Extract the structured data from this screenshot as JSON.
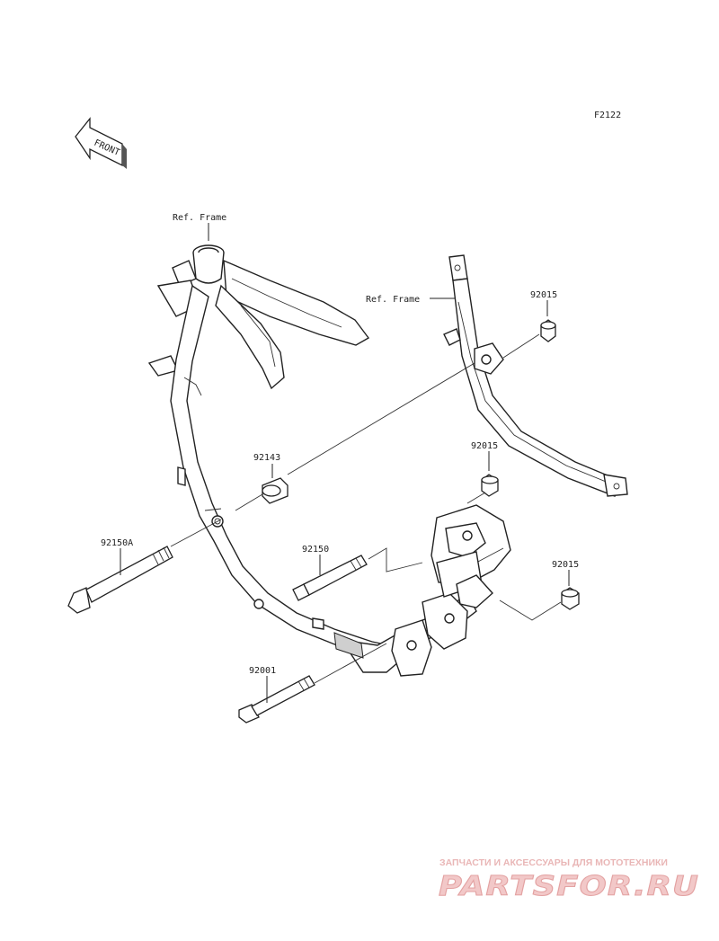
{
  "figure_code": "F2122",
  "front_arrow": {
    "label": "FRONT",
    "icon": "front-arrow-icon"
  },
  "ref_labels": {
    "left": "Ref. Frame",
    "right": "Ref. Frame"
  },
  "parts": {
    "nut_upper": "92015",
    "nut_middle": "92015",
    "nut_lower": "92015",
    "collar": "92143",
    "bolt_long": "92150A",
    "bolt_mid": "92150",
    "bolt_low": "92001"
  },
  "watermark": {
    "tagline": "ЗАПЧАСТИ И АКСЕССУАРЫ ДЛЯ МОТОТЕХНИКИ",
    "brand": "PARTSFOR.RU"
  },
  "colors": {
    "line": "#222222",
    "watermark": "#e3a2a2"
  }
}
